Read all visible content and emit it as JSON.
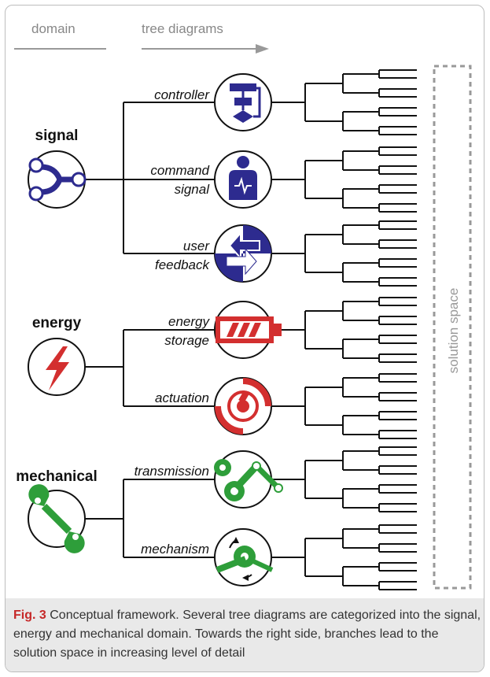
{
  "header": {
    "domain_label": "domain",
    "tree_label": "tree diagrams"
  },
  "domains": [
    {
      "label": "signal",
      "color": "#2d2b8f",
      "icon": "signal-split-icon"
    },
    {
      "label": "energy",
      "color": "#d32f2f",
      "icon": "lightning-icon"
    },
    {
      "label": "mechanical",
      "color": "#2e9e3a",
      "icon": "wrench-icon"
    }
  ],
  "branches": [
    {
      "lines": [
        "controller"
      ],
      "icon": "flowchart-icon",
      "color": "#2d2b8f"
    },
    {
      "lines": [
        "command",
        "signal"
      ],
      "icon": "person-icon",
      "color": "#2d2b8f"
    },
    {
      "lines": [
        "user",
        "feedback"
      ],
      "icon": "feedback-arrow-icon",
      "color": "#2d2b8f"
    },
    {
      "lines": [
        "energy",
        "storage"
      ],
      "icon": "battery-icon",
      "color": "#d32f2f"
    },
    {
      "lines": [
        "actuation"
      ],
      "icon": "motor-icon",
      "color": "#d32f2f"
    },
    {
      "lines": [
        "transmission"
      ],
      "icon": "gear-linkage-icon",
      "color": "#2e9e3a"
    },
    {
      "lines": [
        "mechanism"
      ],
      "icon": "rotating-mechanism-icon",
      "color": "#2e9e3a"
    }
  ],
  "solution_space_label": "solution space",
  "caption": {
    "fig_label": "Fig. 3",
    "text": "Conceptual framework. Several tree diagrams are categorized into the signal, energy and mechanical domain. Towards the right side, branches lead to the solution space in increasing level of detail"
  }
}
